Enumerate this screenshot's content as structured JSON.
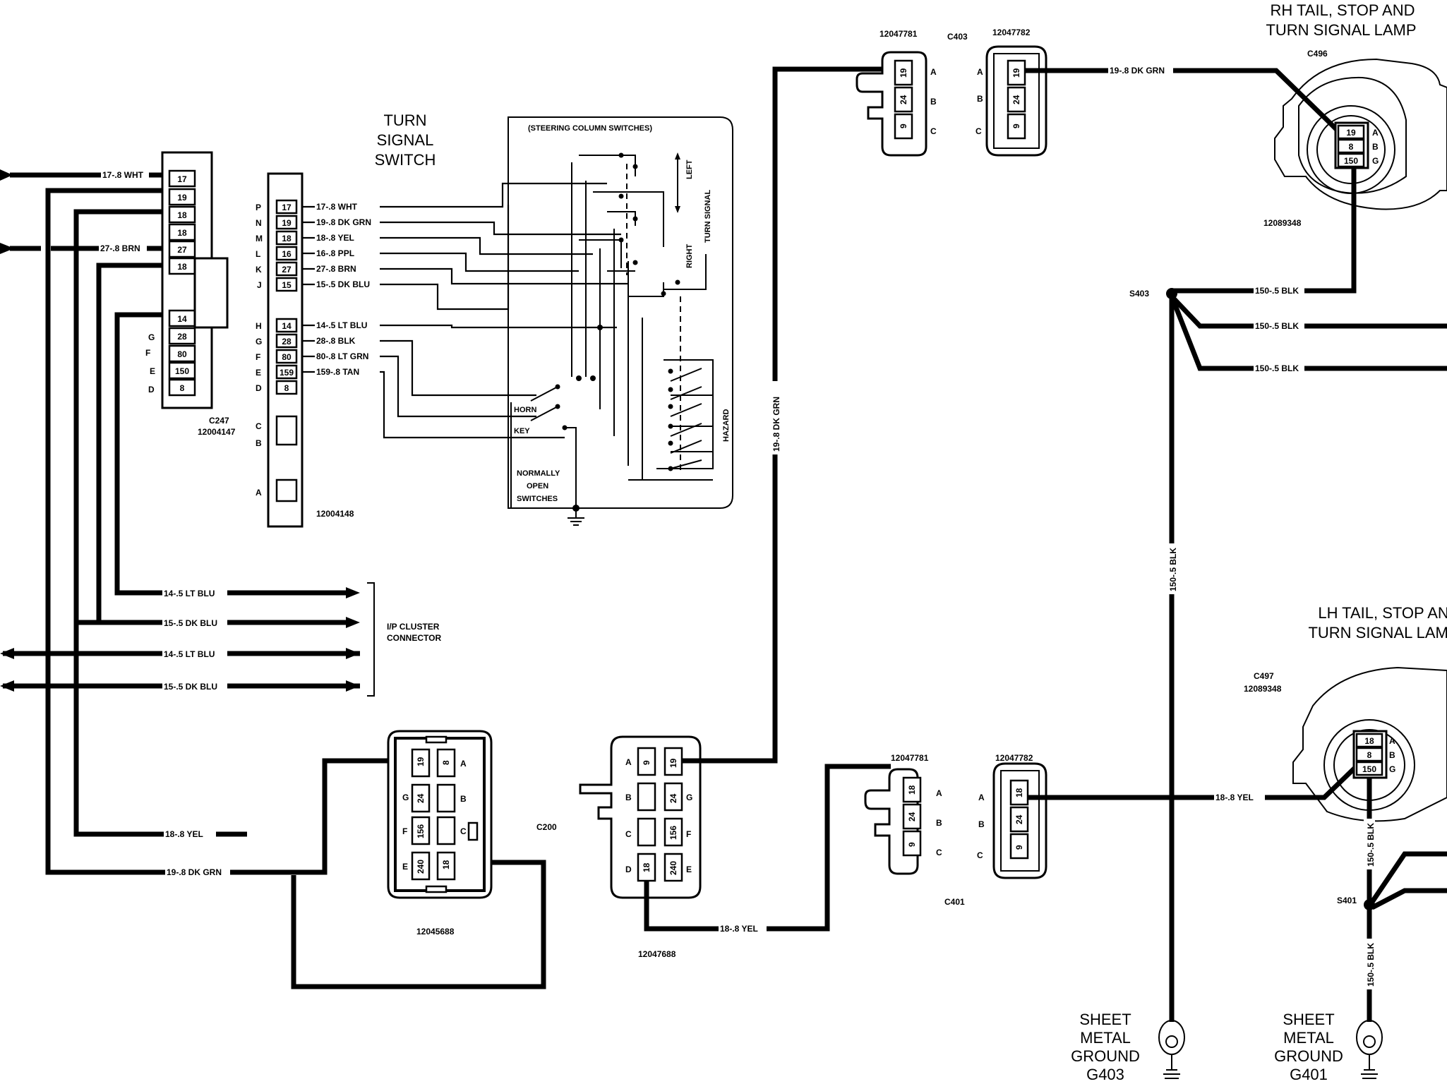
{
  "turn_signal_switch": {
    "title_line1": "TURN",
    "title_line2": "SIGNAL",
    "title_line3": "SWITCH",
    "steering_column_switches": "(STEERING COLUMN SWITCHES)",
    "left": "LEFT",
    "turn_signal": "TURN SIGNAL",
    "right": "RIGHT",
    "hazard": "HAZARD",
    "horn": "HORN",
    "key": "KEY",
    "normally_open_1": "NORMALLY",
    "normally_open_2": "OPEN",
    "normally_open_3": "SWITCHES"
  },
  "c247": {
    "name": "C247",
    "part": "12004147",
    "pins_top": [
      "17",
      "19",
      "18",
      "18",
      "27",
      "18"
    ],
    "pins_bottom": [
      "14",
      "28",
      "80",
      "150",
      "8"
    ],
    "letters": [
      "G",
      "F",
      "E",
      "D"
    ]
  },
  "switch_connector": {
    "part": "12004148",
    "letters": [
      "P",
      "N",
      "M",
      "L",
      "K",
      "J",
      "H",
      "G",
      "F",
      "E",
      "D",
      "C",
      "B",
      "A"
    ],
    "pins": [
      "17",
      "19",
      "18",
      "16",
      "27",
      "15",
      "14",
      "28",
      "80",
      "159",
      "8"
    ],
    "wires": [
      "17-.8 WHT",
      "19-.8 DK GRN",
      "18-.8 YEL",
      "16-.8 PPL",
      "27-.8 BRN",
      "15-.5 DK BLU",
      "14-.5 LT BLU",
      "28-.8 BLK",
      "80-.8 LT GRN",
      "159-.8 TAN"
    ]
  },
  "left_wires": {
    "w17": "17-.8 WHT",
    "w27": "27-.8 BRN"
  },
  "ip_cluster": {
    "line1": "I/P CLUSTER",
    "line2": "CONNECTOR",
    "wires": [
      "14-.5 LT BLU",
      "15-.5 DK BLU",
      "14-.5 LT BLU",
      "15-.5 DK BLU"
    ]
  },
  "bottom_wires": {
    "yel": "18-.8 YEL",
    "grn": "19-.8 DK GRN"
  },
  "c12045688": {
    "part": "12045688",
    "left_letters": [
      "G",
      "F",
      "E"
    ],
    "right_letters": [
      "A",
      "B",
      "C"
    ],
    "pins": [
      "19",
      "8",
      "24",
      "156",
      "240",
      "18"
    ]
  },
  "c200": {
    "name": "C200",
    "part": "12047688",
    "left_letters": [
      "A",
      "B",
      "C",
      "D"
    ],
    "right_letters": [
      "G",
      "F",
      "E"
    ],
    "pins": [
      "9",
      "19",
      "24",
      "156",
      "18",
      "240"
    ],
    "wire_out": "18-.8 YEL",
    "vertical_wire": "19-.8 DK GRN"
  },
  "c403": {
    "name": "C403",
    "part_left": "12047781",
    "part_right": "12047782",
    "pins": [
      "19",
      "24",
      "9"
    ],
    "letters": [
      "A",
      "B",
      "C"
    ],
    "wire": "19-.8 DK GRN"
  },
  "c401": {
    "name": "C401",
    "part_left": "12047781",
    "part_right": "12047782",
    "pins": [
      "18",
      "24",
      "9"
    ],
    "letters": [
      "A",
      "B",
      "C"
    ],
    "wire": "18-.8 YEL"
  },
  "rh_lamp": {
    "title_line1": "RH TAIL, STOP AND",
    "title_line2": "TURN SIGNAL LAMP",
    "connector": "C496",
    "part": "12089348",
    "pins": [
      "19",
      "8",
      "150"
    ],
    "letters": [
      "A",
      "B",
      "G"
    ]
  },
  "lh_lamp": {
    "title_line1": "LH TAIL, STOP AND",
    "title_line2": "TURN SIGNAL LAMP",
    "connector": "C497",
    "part": "12089348",
    "pins": [
      "18",
      "8",
      "150"
    ],
    "letters": [
      "A",
      "B",
      "G"
    ]
  },
  "grounds": {
    "s403": "S403",
    "s401": "S401",
    "blk": "150-.5 BLK",
    "g403_line1": "SHEET",
    "g403_line2": "METAL",
    "g403_line3": "GROUND",
    "g403_line4": "G403",
    "g401_line1": "SHEET",
    "g401_line2": "METAL",
    "g401_line3": "GROUND",
    "g401_line4": "G401"
  }
}
